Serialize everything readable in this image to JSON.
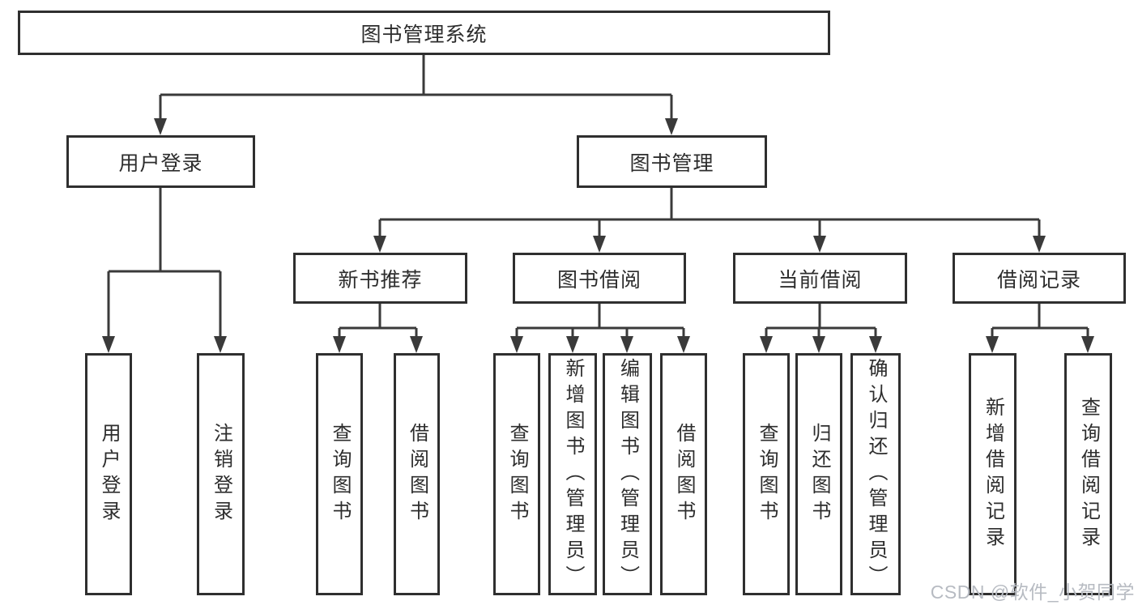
{
  "diagram": {
    "root": {
      "label": "图书管理系统",
      "children": [
        {
          "label": "用户登录",
          "children": [
            {
              "label": "用户登录"
            },
            {
              "label": "注销登录"
            }
          ]
        },
        {
          "label": "图书管理",
          "children": [
            {
              "label": "新书推荐",
              "children": [
                {
                  "label": "查询图书"
                },
                {
                  "label": "借阅图书"
                }
              ]
            },
            {
              "label": "图书借阅",
              "children": [
                {
                  "label": "查询图书"
                },
                {
                  "label": "新增图书（管理员）"
                },
                {
                  "label": "编辑图书（管理员）"
                },
                {
                  "label": "借阅图书"
                }
              ]
            },
            {
              "label": "当前借阅",
              "children": [
                {
                  "label": "查询图书"
                },
                {
                  "label": "归还图书"
                },
                {
                  "label": "确认归还（管理员）"
                }
              ]
            },
            {
              "label": "借阅记录",
              "children": [
                {
                  "label": "新增借阅记录"
                },
                {
                  "label": "查询借阅记录"
                }
              ]
            }
          ]
        }
      ]
    }
  },
  "watermark": {
    "text": "CSDN @软件_小贺同学",
    "color": "#b7bbc2"
  },
  "colors": {
    "line": "#3a3a3a",
    "box_border": "#2f2f2f",
    "text": "#2d2d2d",
    "background": "#ffffff"
  }
}
